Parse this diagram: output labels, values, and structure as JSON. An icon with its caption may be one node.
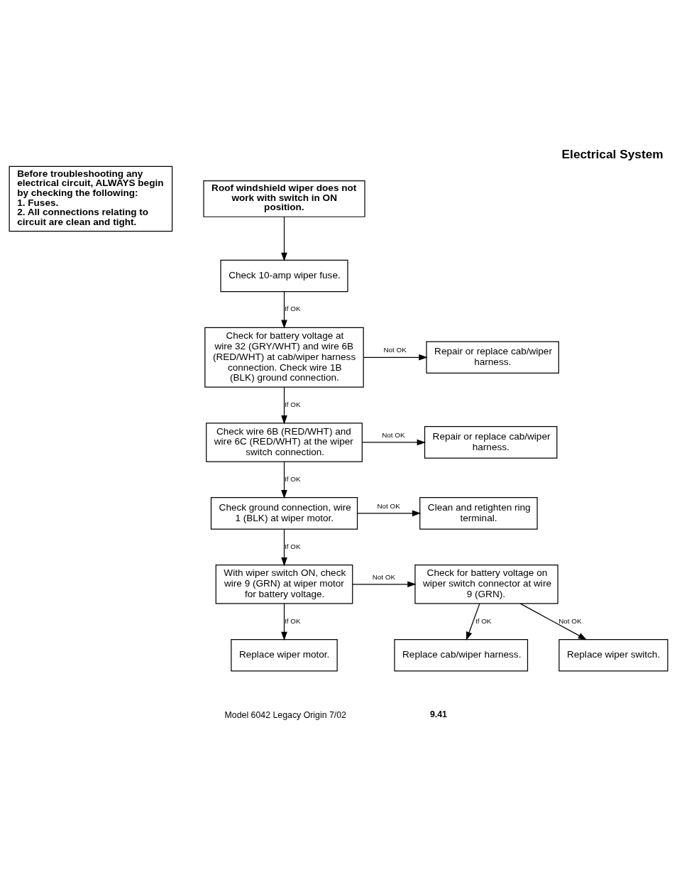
{
  "diagram": {
    "title": "Electrical System",
    "nodes": [
      {
        "text": [
          "Before troubleshooting any electrical circuit, ALWAYS begin by checking the following:",
          "1. Fuses.",
          "2. All connections relating to circuit are clean and tight."
        ]
      },
      {
        "text": [
          "Roof windshield wiper does not work with switch in ON position."
        ]
      },
      {
        "text": [
          "Check 10-amp wiper fuse."
        ]
      },
      {
        "text": [
          "Check for battery voltage at wire 32 (GRY/WHT) and wire 6B (RED/WHT) at cab/wiper harness connection. Check wire 1B (BLK) ground connection."
        ]
      },
      {
        "text": [
          "Repair or replace cab/wiper harness."
        ]
      },
      {
        "text": [
          "Check wire 6B (RED/WHT) and wire 6C (RED/WHT) at the wiper switch connection."
        ]
      },
      {
        "text": [
          "Repair or replace cab/wiper harness."
        ]
      },
      {
        "text": [
          "Check ground connection, wire 1 (BLK) at wiper motor."
        ]
      },
      {
        "text": [
          "Clean and retighten ring terminal."
        ]
      },
      {
        "text": [
          "With wiper switch ON, check wire 9 (GRN) at wiper motor for battery voltage."
        ]
      },
      {
        "text": [
          "Check for battery voltage on wiper switch connector at wire 9 (GRN)."
        ]
      },
      {
        "text": [
          "Replace wiper motor."
        ]
      },
      {
        "text": [
          "Replace cab/wiper harness."
        ]
      },
      {
        "text": [
          "Replace wiper switch."
        ]
      }
    ],
    "edges": [
      {
        "from": 1,
        "to": 2,
        "arrow": "to"
      },
      {
        "from": 2,
        "to": 3,
        "arrow": "to",
        "label": "If OK"
      },
      {
        "from": 3,
        "to": 4,
        "arrow": "to",
        "label": "Not OK"
      },
      {
        "from": 3,
        "to": 5,
        "arrow": "to",
        "label": "If OK"
      },
      {
        "from": 5,
        "to": 6,
        "arrow": "to",
        "label": "Not OK"
      },
      {
        "from": 5,
        "to": 7,
        "arrow": "to",
        "label": "If OK"
      },
      {
        "from": 7,
        "to": 8,
        "arrow": "to",
        "label": "Not OK"
      },
      {
        "from": 7,
        "to": 9,
        "arrow": "to",
        "label": "If OK"
      },
      {
        "from": 9,
        "to": 10,
        "arrow": "to",
        "label": "Not OK"
      },
      {
        "from": 9,
        "to": 11,
        "arrow": "to",
        "label": "If OK"
      },
      {
        "from": 10,
        "to": 12,
        "arrow": "to",
        "label": "If OK"
      },
      {
        "from": 10,
        "to": 13,
        "arrow": "to",
        "label": "Not OK"
      }
    ],
    "labels": [
      "Model 6042 Legacy Origin 7/02",
      "9.41"
    ]
  }
}
